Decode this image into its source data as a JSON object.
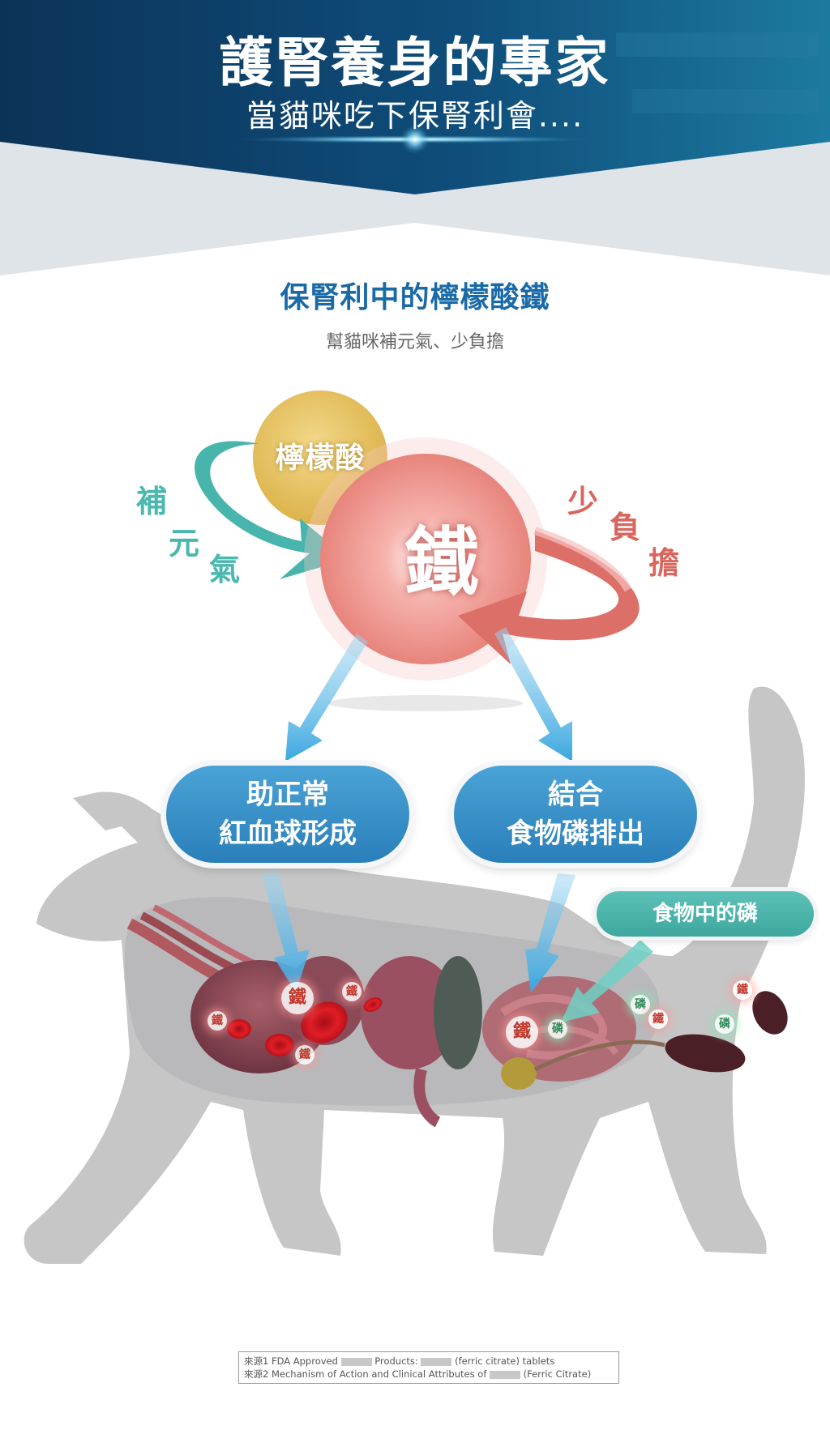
{
  "header": {
    "title": "護腎養身的專家",
    "subtitle": "當貓咪吃下保腎利會...."
  },
  "section": {
    "title": "保腎利中的檸檬酸鐵",
    "subtitle": "幫貓咪補元氣、少負擔"
  },
  "diagram": {
    "citric_acid": "檸檬酸",
    "iron": "鐵",
    "left_label": [
      "補",
      "元",
      "氣"
    ],
    "right_label": [
      "少",
      "負",
      "擔"
    ],
    "box_left": [
      "助正常",
      "紅血球形成"
    ],
    "box_right": [
      "結合",
      "食物磷排出"
    ],
    "phosphorus_pill": "食物中的磷",
    "iron_tag": "鐵",
    "phosphorus_tag": "磷"
  },
  "references": {
    "line1_prefix": "來源1 FDA Approved",
    "line1_mid": "Products:",
    "line1_suffix": "(ferric citrate) tablets",
    "line2_prefix": "來源2 Mechanism of Action and Clinical Attributes of",
    "line2_suffix": "(Ferric Citrate)"
  },
  "colors": {
    "header_dark": "#0d3b63",
    "header_mid": "#1a6a96",
    "accent_blue": "#1a6aa8",
    "teal": "#4bb8b0",
    "coral": "#d9665e",
    "gold": "#e8c25a",
    "cat_gray": "#c6c6c6"
  }
}
